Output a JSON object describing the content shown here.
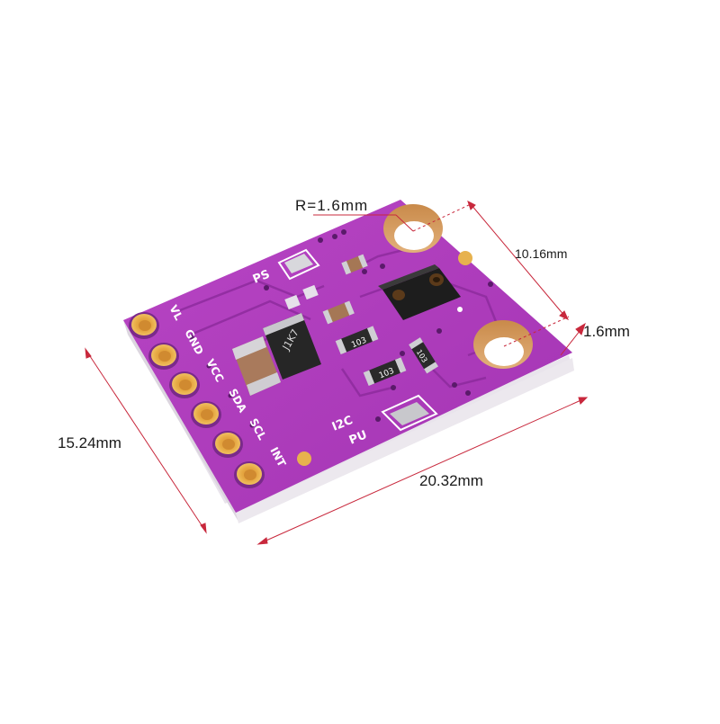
{
  "product": {
    "board_color": "#b43fc0",
    "silkscreen_color": "#ffffff",
    "pad_color": "#e3a545",
    "dimension_line_color": "#c8283c"
  },
  "dimensions": {
    "hole_radius": "R=1.6mm",
    "hole_spacing": "10.16mm",
    "thickness": "1.6mm",
    "width": "15.24mm",
    "length": "20.32mm"
  },
  "pins": [
    {
      "label": "VL"
    },
    {
      "label": "GND"
    },
    {
      "label": "VCC"
    },
    {
      "label": "SDA"
    },
    {
      "label": "SCL"
    },
    {
      "label": "INT"
    }
  ],
  "silkscreen": {
    "ps": "PS",
    "i2c": "I2C",
    "pu": "PU"
  },
  "components": {
    "inductor_marking": "J1K7",
    "resistor_1": "103",
    "resistor_2": "103",
    "resistor_3": "103"
  }
}
